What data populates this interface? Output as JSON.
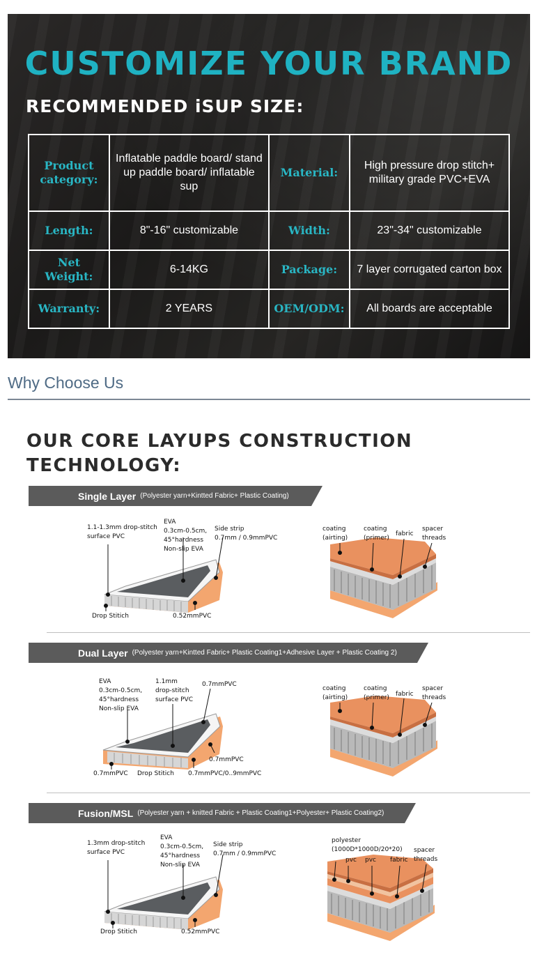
{
  "banner": {
    "title": "CUSTOMIZE YOUR BRAND",
    "subtitle": "RECOMMENDED iSUP SIZE:",
    "rows": [
      {
        "k1": "Product category:",
        "v1": "Inflatable paddle board/ stand up paddle board/ inflatable sup",
        "k2": "Material:",
        "v2": "High pressure drop stitch+ military grade PVC+EVA"
      },
      {
        "k1": "Length:",
        "v1": "8\"-16\" customizable",
        "k2": "Width:",
        "v2": "23\"-34\" customizable"
      },
      {
        "k1": "Net Weight:",
        "v1": "6-14KG",
        "k2": "Package:",
        "v2": "7 layer corrugated carton box"
      },
      {
        "k1": "Warranty:",
        "v1": "2 YEARS",
        "k2": "OEM/ODM:",
        "v2": "All boards are acceptable"
      }
    ]
  },
  "why": {
    "title": "Why Choose Us"
  },
  "core": {
    "title": "OUR CORE LAYUPS CONSTRUCTION TECHNOLOGY:"
  },
  "sections": [
    {
      "name": "Single Layer",
      "desc": "(Polyester yarn+Kintted Fabric+ Plastic Coating)",
      "board_labels": {
        "a": "1.1-1.3mm drop-stitch\nsurface PVC",
        "b": "EVA\n0.3cm-0.5cm,\n45°hardness\nNon-slip EVA",
        "c": "Side strip\n0.7mm / 0.9mmPVC",
        "d": "Drop Stitich",
        "e": "0.52mmPVC"
      },
      "layer_labels": {
        "a": "coating\n(airting)",
        "b": "coating\n(primer)",
        "c": "fabric",
        "d": "spacer\nthreads"
      }
    },
    {
      "name": "Dual Layer",
      "desc": "(Polyester yarn+Kintted Fabric+ Plastic Coating1+Adhesive Layer + Plastic Coating 2)",
      "board_labels": {
        "a": "EVA\n0.3cm-0.5cm,\n45°hardness\nNon-slip EVA",
        "b": "1.1mm\ndrop-stitch\nsurface PVC",
        "c": "0.7mmPVC",
        "d": "0.7mmPVC",
        "e": "0.7mmPVC",
        "f": "Drop Stitich",
        "g": "0.7mmPVC/0..9mmPVC"
      },
      "layer_labels": {
        "a": "coating\n(airting)",
        "b": "coating\n(primer)",
        "c": "fabric",
        "d": "spacer\nthreads"
      }
    },
    {
      "name": "Fusion/MSL",
      "desc": "(Polyester yarn + knitted Fabric + Plastic Coating1+Polyester+ Plastic Coating2)",
      "board_labels": {
        "a": "1.3mm drop-stitch\nsurface PVC",
        "b": "EVA\n0.3cm-0.5cm,\n45°hardness\nNon-slip EVA",
        "c": "Side strip\n0.7mm / 0.9mmPVC",
        "d": "Drop Stitich",
        "e": "0.52mmPVC"
      },
      "layer_labels": {
        "a": "polyester\n(1000D*1000D/20*20)",
        "b": "pvc",
        "c": "pvc",
        "d": "fabric",
        "e": "spacer\nthreads"
      }
    }
  ],
  "colors": {
    "accent": "#1fb2c2",
    "key_text": "#29b6c4",
    "bar": "#5b5b5b",
    "pvc_orange": "#e9915f"
  }
}
